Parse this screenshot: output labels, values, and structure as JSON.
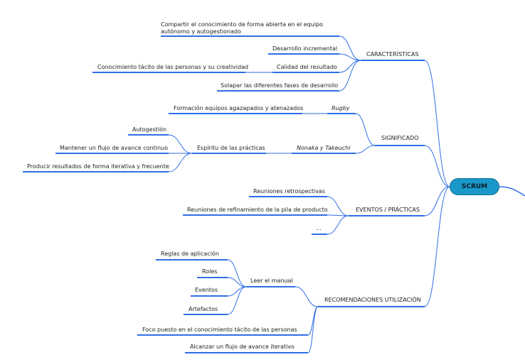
{
  "root": {
    "label": "SCRUM"
  },
  "branches": [
    {
      "label": "CARACTERÍSTICAS",
      "children": [
        {
          "label": "Compartir el conocimiento de forma abierta en el equipo autónomo y autogestionado"
        },
        {
          "label": "Desarrollo incremental"
        },
        {
          "label": "Calidad del resultado",
          "children": [
            {
              "label": "Conocimiento tácito de las personas y su creatividad"
            }
          ]
        },
        {
          "label": "Solapar las diferentes fases de desarrollo"
        }
      ]
    },
    {
      "label": "SIGNIFICADO",
      "children": [
        {
          "label": "Rugby",
          "italic": true,
          "children": [
            {
              "label": "Formación equipos agazapados y atenazados"
            }
          ]
        },
        {
          "label": "Nonaka y Takeuchi",
          "italic": true,
          "children": [
            {
              "label": "Espíritu de las prácticas",
              "children": [
                {
                  "label": "Autogestión"
                },
                {
                  "label": "Mantener un flujo de avance continuo"
                },
                {
                  "label": "Producir resultados de forma iterativa y frecuente"
                }
              ]
            }
          ]
        }
      ]
    },
    {
      "label": "EVENTOS / PRÁCTICAS",
      "children": [
        {
          "label": "Reuniones retrospectivas"
        },
        {
          "label": "Reuniones de refinamiento de la pila de producto"
        },
        {
          "label": "..."
        }
      ]
    },
    {
      "label": "RECOMENDACIONES UTILIZACIÓN",
      "children": [
        {
          "label": "Leer el manual",
          "children": [
            {
              "label": "Reglas de aplicación"
            },
            {
              "label": "Roles"
            },
            {
              "label": "Eventos"
            },
            {
              "label": "Artefactos"
            }
          ]
        },
        {
          "label": "Foco puesto en el conocimiento tácito de las personas"
        },
        {
          "label": "Alcanzar un flujo de avance iterativo"
        }
      ]
    }
  ],
  "colors": {
    "line": "#2f6ee6",
    "root_fill": "#1a98c9",
    "root_border": "#0e6f96"
  }
}
